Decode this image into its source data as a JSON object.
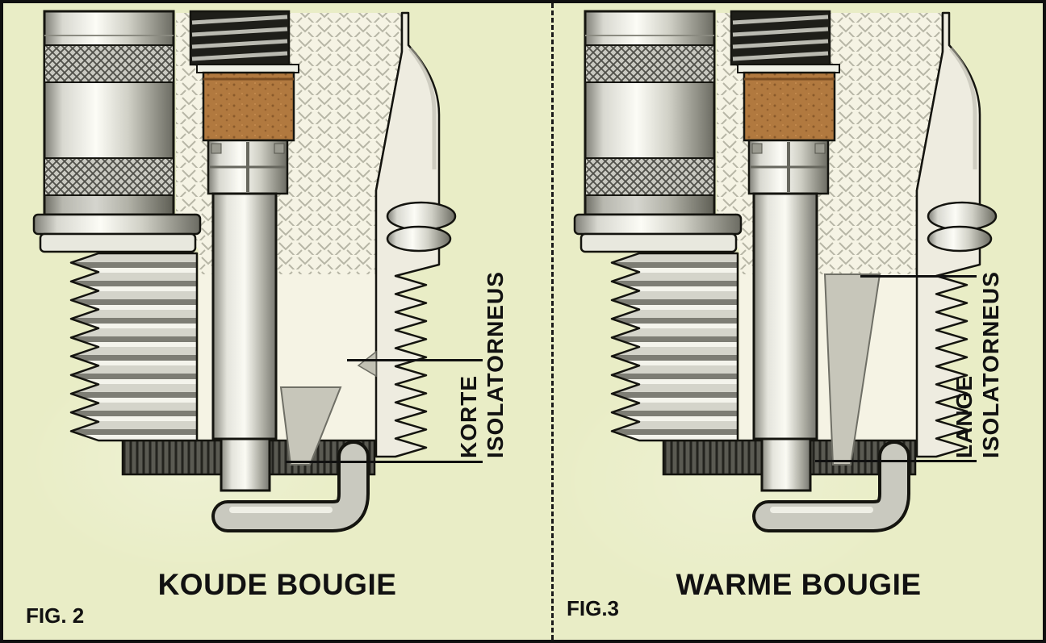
{
  "meta": {
    "background_color": "#e9edc6",
    "line_color": "#111111",
    "insulator_color": "#f5f3e4",
    "resistor_color": "#b1793f"
  },
  "figures": [
    {
      "id": "fig2",
      "fig_label": "FIG. 2",
      "title": "KOUDE BOUGIE",
      "nose_type": "short",
      "annotation": {
        "line1": "KORTE",
        "line2": "ISOLATORNEUS"
      }
    },
    {
      "id": "fig3",
      "fig_label": "FIG.3",
      "title": "WARME BOUGIE",
      "nose_type": "long",
      "annotation": {
        "line1": "LANGE",
        "line2": "ISOLATORNEUS"
      }
    }
  ]
}
